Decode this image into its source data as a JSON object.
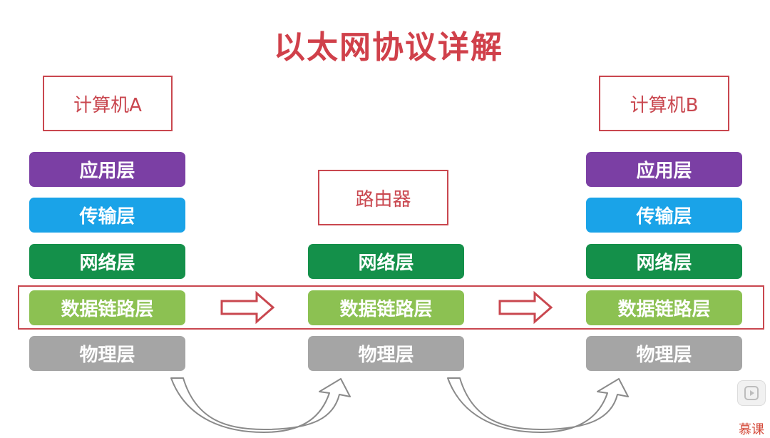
{
  "title": "以太网协议详解",
  "nodes": {
    "computer_a": "计算机A",
    "router": "路由器",
    "computer_b": "计算机B"
  },
  "layers": {
    "application": "应用层",
    "transport": "传输层",
    "network": "网络层",
    "data_link": "数据链路层",
    "physical": "物理层"
  },
  "colors": {
    "accent": "#c9474f",
    "application": "#7b3fa4",
    "transport": "#1aa3e8",
    "network": "#14904a",
    "data_link": "#8cc152",
    "physical": "#a5a5a5"
  },
  "icons": {
    "flow_arrow": "right-hollow-arrow-icon",
    "curved_arrow": "curved-up-arrow-icon",
    "player": "play-icon"
  },
  "logo": {
    "text": "慕课"
  }
}
